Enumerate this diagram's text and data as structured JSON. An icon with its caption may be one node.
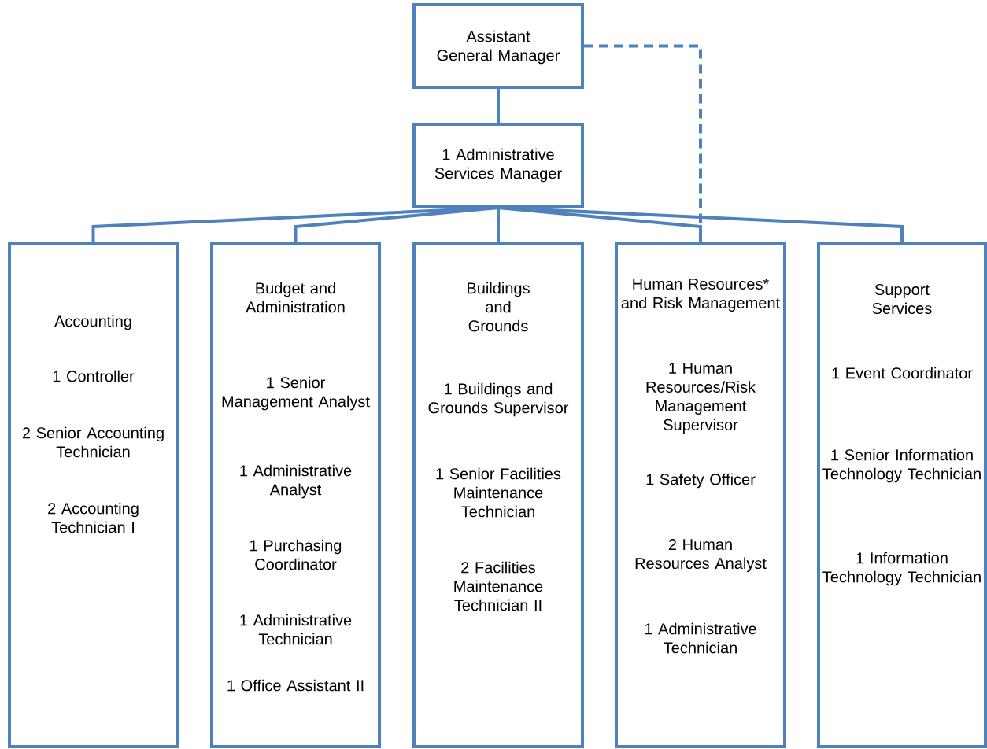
{
  "diagram": {
    "nodes": [
      {
        "text": [
          "Assistant General Manager"
        ]
      },
      {
        "text": [
          "1 Administrative Services Manager"
        ]
      },
      {
        "text": [
          "Accounting",
          "1 Controller",
          "2 Senior Accounting Technician",
          "2 Accounting Technician I"
        ]
      },
      {
        "text": [
          "Budget and Administration",
          "1 Senior Management Analyst",
          "1 Administrative Analyst",
          "1 Purchasing Coordinator",
          "1 Administrative Technician",
          "1 Office Assistant II"
        ]
      },
      {
        "text": [
          "Buildings and Grounds",
          "1 Buildings and Grounds Supervisor",
          "1 Senior Facilities Maintenance Technician",
          "2 Facilities Maintenance Technician II"
        ]
      },
      {
        "text": [
          "Human Resources* and Risk Management",
          "1 Human Resources/Risk Management Supervisor",
          "1 Safety Officer",
          "2 Human Resources Analyst",
          "1 Administrative Technician"
        ]
      },
      {
        "text": [
          "Support Services",
          "1 Event Coordinator",
          "1 Senior Information Technology Technician",
          "1 Information Technology Technician"
        ]
      }
    ],
    "edges": [
      {
        "from": 0,
        "to": 1,
        "arrow": "none"
      },
      {
        "from": 1,
        "to": 2,
        "arrow": "none"
      },
      {
        "from": 1,
        "to": 3,
        "arrow": "none"
      },
      {
        "from": 1,
        "to": 4,
        "arrow": "none"
      },
      {
        "from": 1,
        "to": 5,
        "arrow": "none"
      },
      {
        "from": 1,
        "to": 6,
        "arrow": "none"
      },
      {
        "from": 0,
        "to": 5,
        "arrow": "none",
        "style": "dashed"
      }
    ]
  }
}
